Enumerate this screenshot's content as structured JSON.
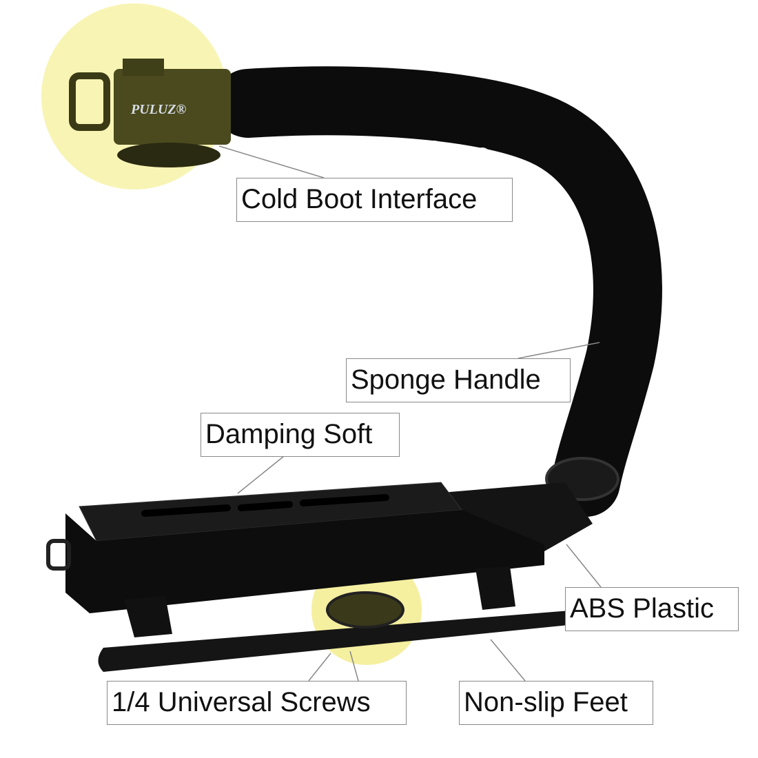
{
  "logo": {
    "brand": "PULUZ",
    "mark": "®"
  },
  "labels": {
    "cold_boot": "Cold Boot Interface",
    "sponge_handle": "Sponge Handle",
    "damping_soft": "Damping Soft",
    "abs_plastic": "ABS Plastic",
    "screws": "1/4 Universal Screws",
    "feet": "Non-slip Feet"
  },
  "colors": {
    "highlight": "#f7f2a8",
    "product": "#111111",
    "shoe": "#4a4a1e",
    "logo_text": "#d8dde6"
  }
}
